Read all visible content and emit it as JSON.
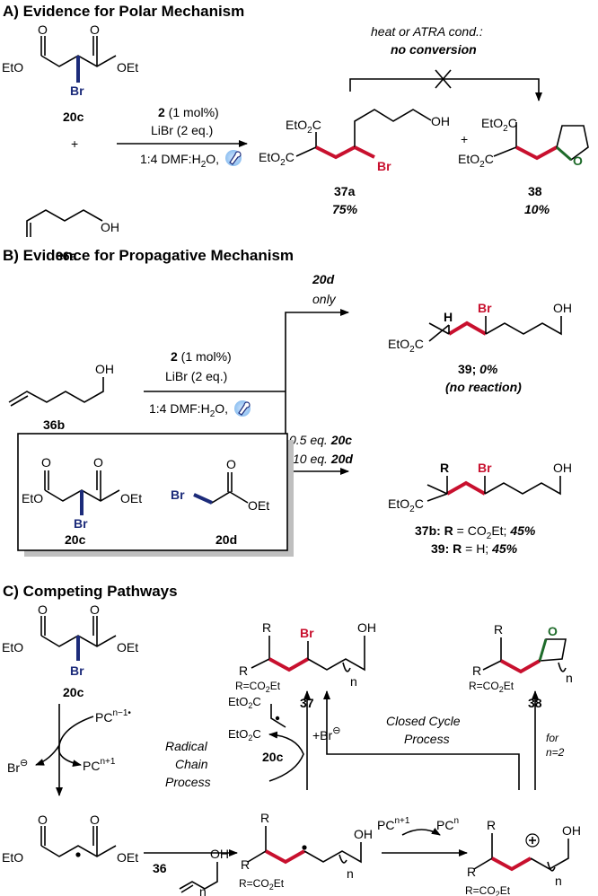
{
  "sections": {
    "A": "A) Evidence for Polar Mechanism",
    "B": "B) Evidence for Propagative Mechanism",
    "C": "C) Competing Pathways"
  },
  "atoms": {
    "EtO": "EtO",
    "OEt": "OEt",
    "Br": "Br",
    "OH": "OH",
    "O": "O",
    "H": "H",
    "R": "R",
    "EtO2C": "EtO",
    "sub2": "2",
    "C": "C",
    "n": "n"
  },
  "A": {
    "cond_top_line1": "heat or ATRA cond.:",
    "cond_top_line2": "no conversion",
    "reagent_cat_num": "2",
    "reagent_cat_rest": " (1 mol%)",
    "reagent_salt": "LiBr (2 eq.)",
    "solvent": "1:4 DMF:H",
    "solvent_sub": "2",
    "solvent_end": "O,",
    "plus": "+",
    "labels": {
      "c20c": "20c",
      "c36a": "36a",
      "c37a": "37a",
      "y37a": "75%",
      "c38": "38",
      "y38": "10%"
    }
  },
  "B": {
    "arrow_top_1": "20d",
    "arrow_top_2": "only",
    "arrow_bot_1a": "0.5 eq. ",
    "arrow_bot_1b": "20c",
    "arrow_bot_2a": "10 eq. ",
    "arrow_bot_2b": "20d",
    "reagent_cat_num": "2",
    "reagent_cat_rest": " (1 mol%)",
    "reagent_salt": "LiBr (2 eq.)",
    "solvent": "1:4 DMF:H",
    "solvent_sub": "2",
    "solvent_end": "O,",
    "c36b": "36b",
    "c20c": "20c",
    "c20d": "20d",
    "prod39_a": "39; ",
    "prod39_b": "0%",
    "prod39_c": "(no reaction)",
    "res1_a": "37b: R",
    "res1_b": " = CO",
    "res1_c": "Et; ",
    "res1_d": "45%",
    "res2_a": "39: R",
    "res2_b": " = H; ",
    "res2_c": "45%"
  },
  "C": {
    "c20c": "20c",
    "c37": "37",
    "c38": "38",
    "c36": "36",
    "c20c_mid": "20c",
    "r_eq": "R=CO",
    "r_eq_end": "Et",
    "pc": "PC",
    "pc_sup_n1dot": "n−1•",
    "pc_sup_n1": "n+1",
    "pc_sup_n": "n",
    "br_minus": "Br",
    "plus_br": "+Br",
    "radical_chain_1": "Radical",
    "radical_chain_2": "Chain",
    "radical_chain_3": "Process",
    "closed_cycle_1": "Closed Cycle",
    "closed_cycle_2": "Process",
    "for_n2_1": "for",
    "for_n2_2": "n=2"
  }
}
